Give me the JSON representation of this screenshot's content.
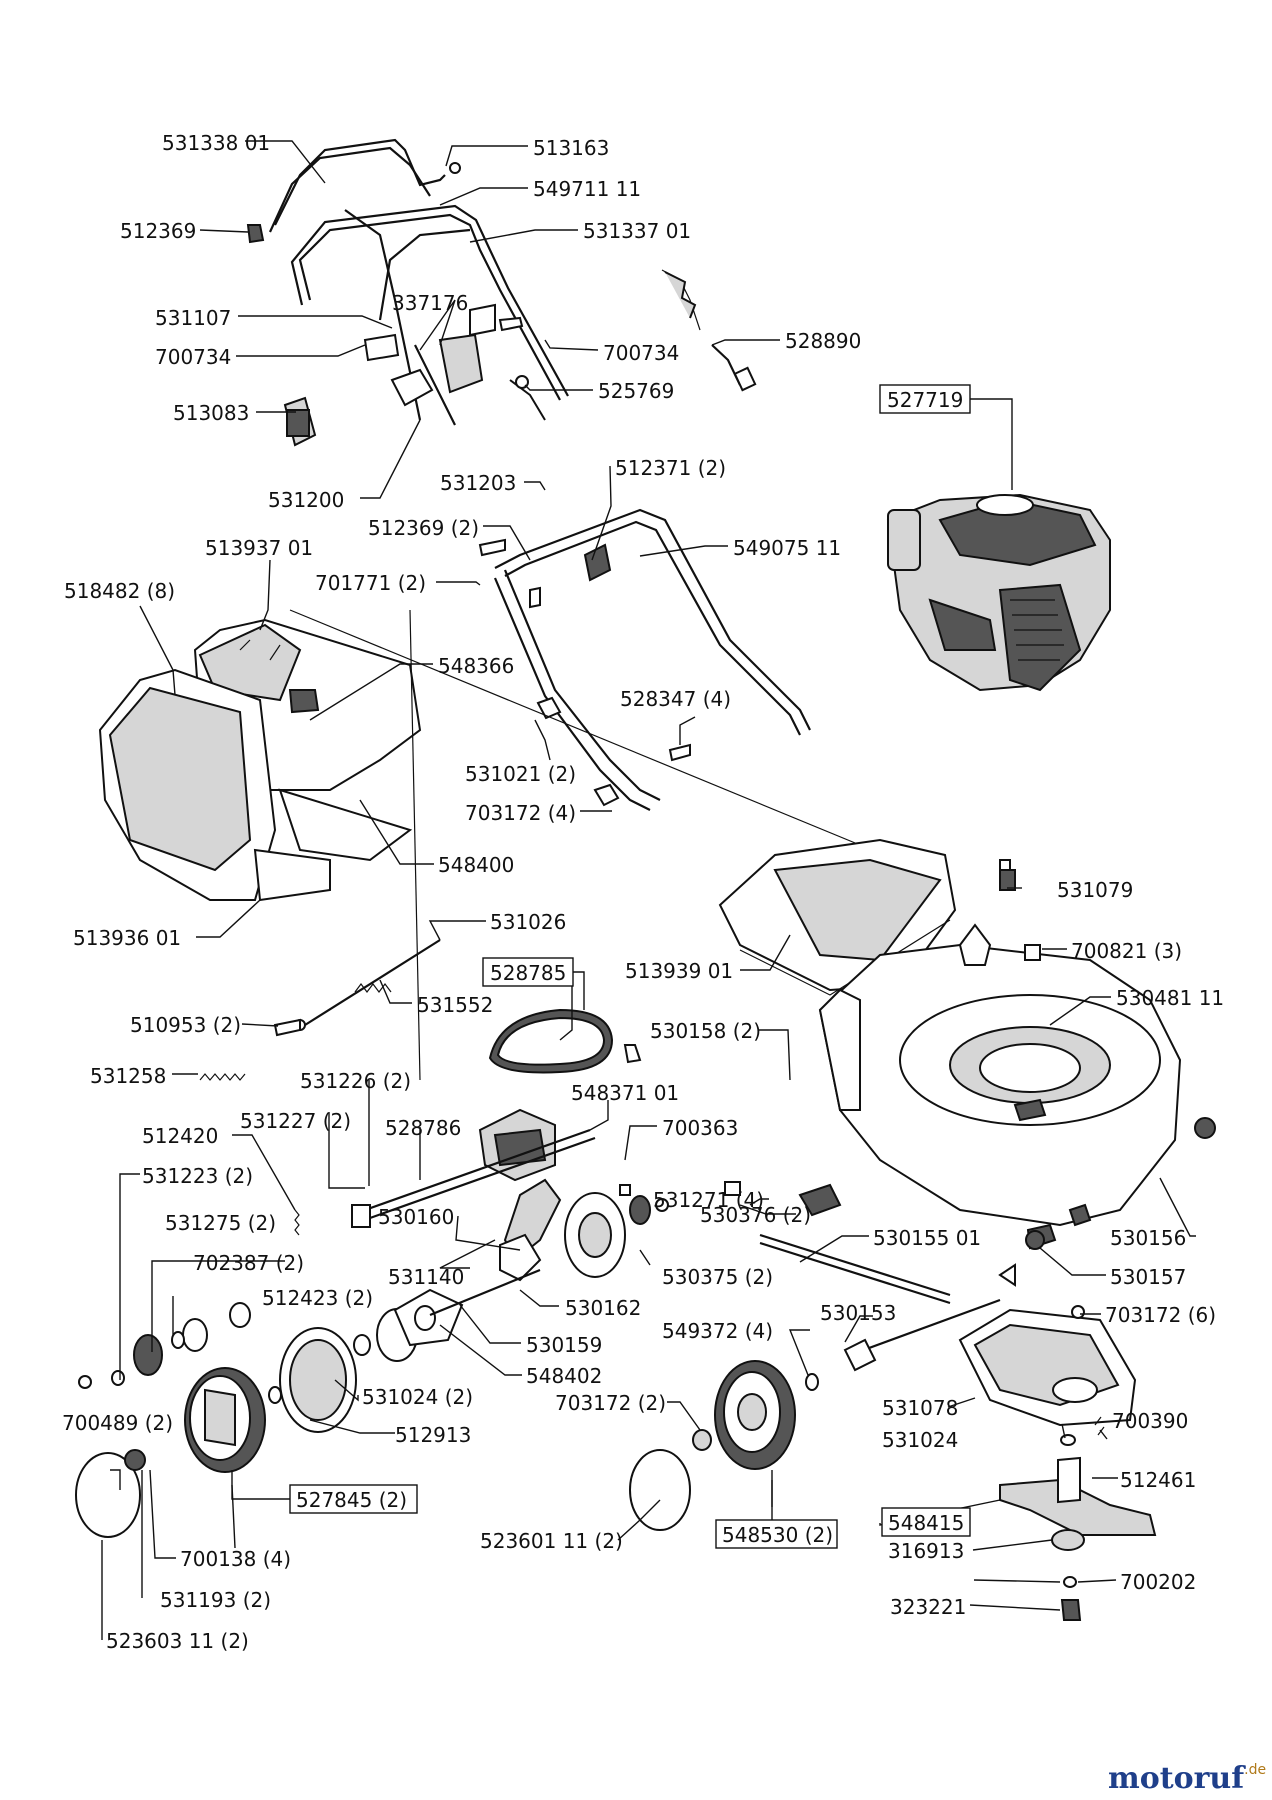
{
  "labels": [
    {
      "text": "531338 01"
    },
    {
      "text": "513163"
    },
    {
      "text": "549711 11"
    },
    {
      "text": "512369"
    },
    {
      "text": "531337 01"
    },
    {
      "text": "531107"
    },
    {
      "text": "337176"
    },
    {
      "text": "700734"
    },
    {
      "text": "700734"
    },
    {
      "text": "528890"
    },
    {
      "text": "513083"
    },
    {
      "text": "525769"
    },
    {
      "text": "531200"
    },
    {
      "text": "531203"
    },
    {
      "text": "512371 (2)"
    },
    {
      "text": "512369 (2)"
    },
    {
      "text": "549075 11"
    },
    {
      "text": "513937 01"
    },
    {
      "text": "701771 (2)"
    },
    {
      "text": "518482 (8)"
    },
    {
      "text": "548366"
    },
    {
      "text": "528347 (4)"
    },
    {
      "text": "531021 (2)"
    },
    {
      "text": "703172 (4)"
    },
    {
      "text": "548400"
    },
    {
      "text": "531079"
    },
    {
      "text": "513936 01"
    },
    {
      "text": "700821 (3)"
    },
    {
      "text": "531026"
    },
    {
      "text": "513939 01"
    },
    {
      "text": "530481 11"
    },
    {
      "text": "531552"
    },
    {
      "text": "510953 (2)"
    },
    {
      "text": "530158 (2)"
    },
    {
      "text": "531258"
    },
    {
      "text": "531226 (2)"
    },
    {
      "text": "548371 01"
    },
    {
      "text": "531227 (2)"
    },
    {
      "text": "528786"
    },
    {
      "text": "700363"
    },
    {
      "text": "512420"
    },
    {
      "text": "531223 (2)"
    },
    {
      "text": "531271 (4)"
    },
    {
      "text": "530160"
    },
    {
      "text": "530376 (2)"
    },
    {
      "text": "531275 (2)"
    },
    {
      "text": "530155 01"
    },
    {
      "text": "530156"
    },
    {
      "text": "702387 (2)"
    },
    {
      "text": "531140"
    },
    {
      "text": "530375 (2)"
    },
    {
      "text": "530157"
    },
    {
      "text": "512423 (2)"
    },
    {
      "text": "530162"
    },
    {
      "text": "530153"
    },
    {
      "text": "703172 (6)"
    },
    {
      "text": "530159"
    },
    {
      "text": "549372 (4)"
    },
    {
      "text": "548402"
    },
    {
      "text": "531024 (2)"
    },
    {
      "text": "703172 (2)"
    },
    {
      "text": "531078"
    },
    {
      "text": "700390"
    },
    {
      "text": "700489 (2)"
    },
    {
      "text": "531024"
    },
    {
      "text": "512913"
    },
    {
      "text": "512461"
    },
    {
      "text": "316913"
    },
    {
      "text": "700138 (4)"
    },
    {
      "text": "523601 11 (2)"
    },
    {
      "text": "700202"
    },
    {
      "text": "531193 (2)"
    },
    {
      "text": "323221"
    },
    {
      "text": "523603 11 (2)"
    }
  ],
  "boxed_labels": [
    {
      "text": "527719"
    },
    {
      "text": "528785"
    },
    {
      "text": "527845 (2)"
    },
    {
      "text": "548530 (2)"
    },
    {
      "text": "548415"
    }
  ],
  "watermark": {
    "brand": "motoruf",
    "suffix": ".de",
    "brand_color": "#1f3f8a",
    "suffix_color": "#b07a1a"
  }
}
